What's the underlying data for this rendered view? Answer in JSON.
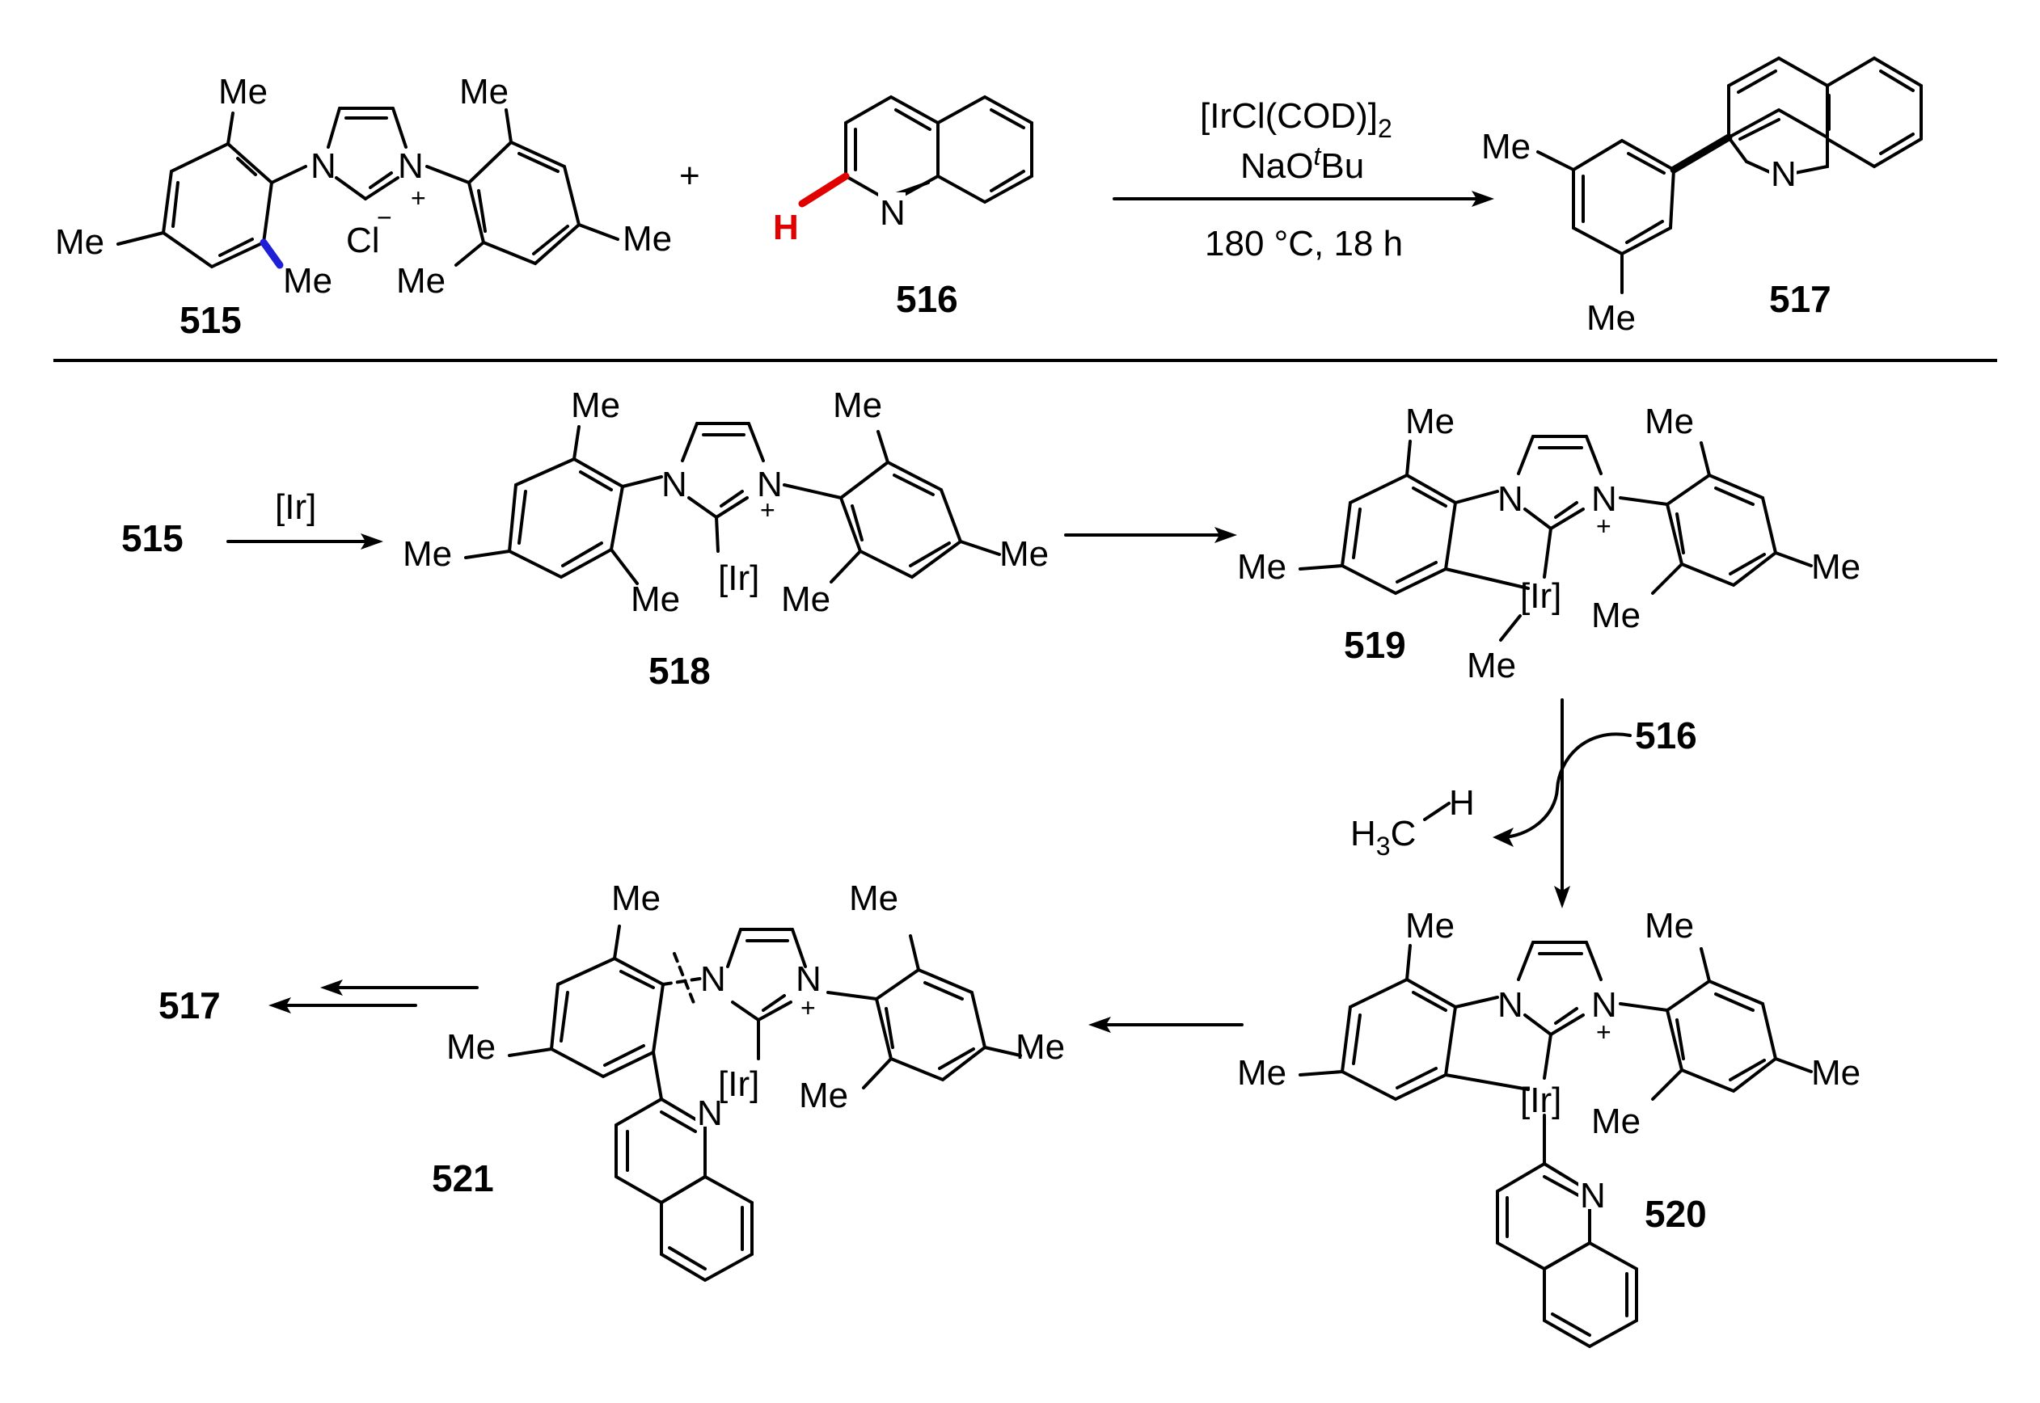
{
  "colors": {
    "highlight_bond_blue": "#1f1fd6",
    "highlight_h_red": "#e00000"
  },
  "labels": {
    "me": "Me",
    "n": "N",
    "h": "H",
    "cl": "Cl",
    "plus": "+",
    "minus": "−",
    "ir": "[Ir]",
    "h3c": "H",
    "h3c_sub": "3",
    "h3c_c": "C"
  },
  "compounds": {
    "c515": "515",
    "c516": "516",
    "c517": "517",
    "c518": "518",
    "c519": "519",
    "c520": "520",
    "c521": "521"
  },
  "conditions": {
    "catalyst_main": "[IrCl(COD)]",
    "catalyst_sub": "2",
    "base_main": "NaO",
    "base_sup": "t",
    "base_tail": "Bu",
    "temp_time": "180 °C, 18 h",
    "step1_reagent": "[Ir]"
  }
}
